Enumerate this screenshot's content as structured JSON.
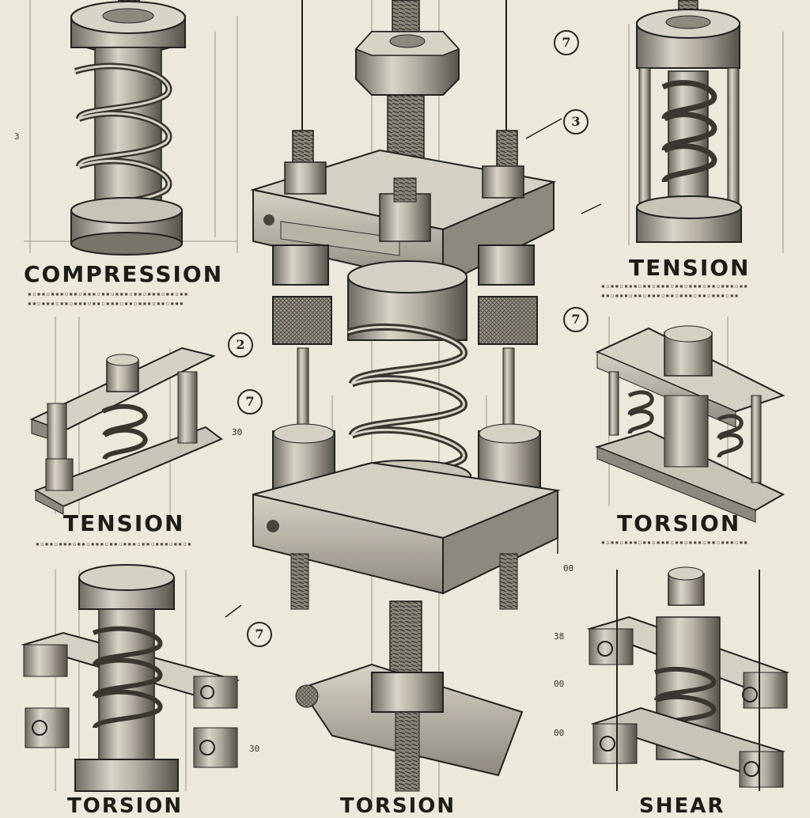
{
  "sheet": {
    "colors": {
      "paper": "#ece8da",
      "ink": "#1e1c18",
      "metal_light": "#cfcbc0",
      "metal_mid": "#9e998e",
      "metal_dark": "#5c5850"
    }
  },
  "plates": [
    {
      "id": "compression",
      "title": "COMPRESSION"
    },
    {
      "id": "tension-top-right",
      "title": "TENSION"
    },
    {
      "id": "tension-mid-left",
      "title": "TENSION"
    },
    {
      "id": "torsion-mid-right",
      "title": "TORSION"
    },
    {
      "id": "torsion-bottom-left",
      "title": "TORSION"
    },
    {
      "id": "torsion-bottom-center",
      "title": "TORSION"
    },
    {
      "id": "shear-bottom-right",
      "title": "SHEAR"
    }
  ],
  "markers": [
    "7",
    "3",
    "2",
    "7",
    "7",
    "7"
  ],
  "callouts": [
    "3",
    "30",
    "38",
    "00",
    "00",
    "30",
    "00"
  ],
  "icons": [
    "compression-spring-icon",
    "tension-spring-icon",
    "torsion-spring-icon",
    "shear-rig-icon",
    "threaded-rod-icon",
    "hex-nut-icon"
  ]
}
